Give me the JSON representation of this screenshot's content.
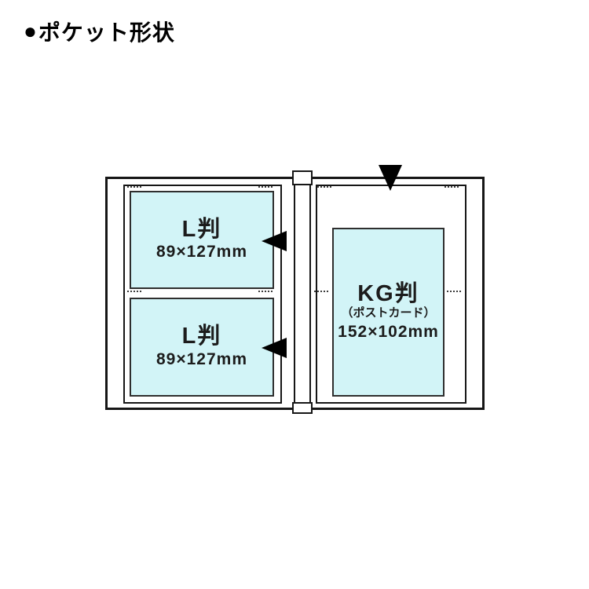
{
  "header": {
    "bullet": "●",
    "title": "ポケット形状"
  },
  "album": {
    "left_page": {
      "pockets": [
        {
          "label": "L判",
          "size": "89×127mm"
        },
        {
          "label": "L判",
          "size": "89×127mm"
        }
      ]
    },
    "right_page": {
      "pockets": [
        {
          "label": "KG判",
          "sublabel": "（ポストカード）",
          "size": "152×102mm"
        }
      ]
    },
    "colors": {
      "pocket_fill": "#d2f4f7",
      "pocket_outline": "#2e2e2e",
      "outline": "#161616",
      "arrow": "#000000"
    }
  }
}
